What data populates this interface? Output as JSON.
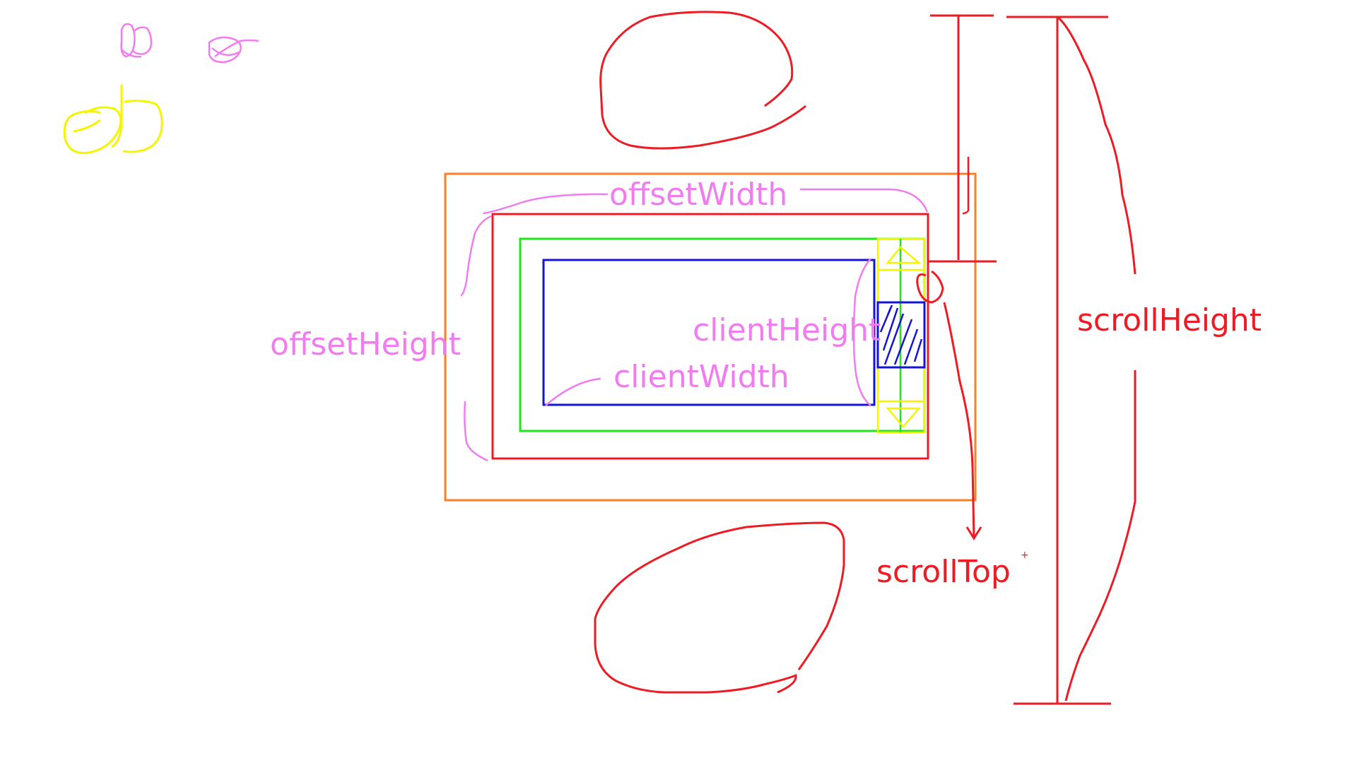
{
  "labels": {
    "offset_width": "offsetWidth",
    "offset_height": "offsetHeight",
    "client_height": "clientHeight",
    "client_width": "clientWidth",
    "scroll_top": "scrollTop",
    "scroll_top_mark": "+",
    "scroll_height": "scrollHeight"
  },
  "colors": {
    "margin_box": "#ff7f27",
    "border_box": "#ee1b24",
    "padding_box": "#22e51e",
    "content_box": "#1414d9",
    "scrollbar": "#f5f500",
    "annotation_pink": "#f07cf0",
    "annotation_red": "#ee1b24",
    "doodle_yellow": "#f5f500"
  },
  "icons": {
    "scroll_up": "triangle-up-icon",
    "scroll_down": "triangle-down-icon"
  }
}
